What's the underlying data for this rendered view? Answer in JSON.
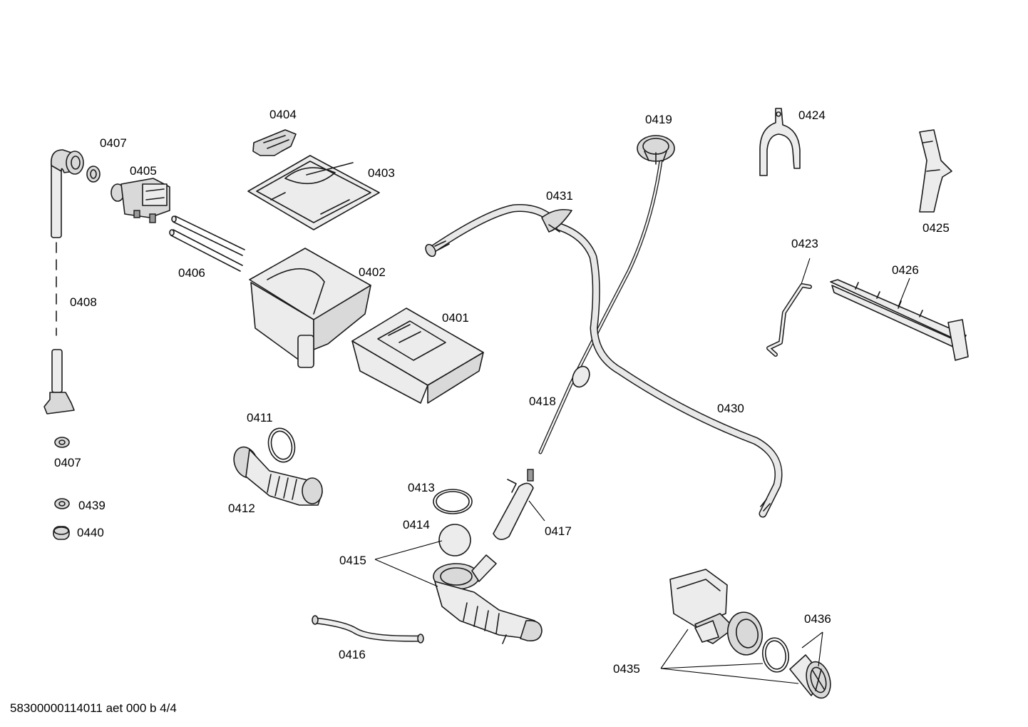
{
  "labels": {
    "p0401": "0401",
    "p0402": "0402",
    "p0403": "0403",
    "p0404": "0404",
    "p0405": "0405",
    "p0406": "0406",
    "p0407a": "0407",
    "p0407b": "0407",
    "p0408": "0408",
    "p0411": "0411",
    "p0412": "0412",
    "p0413": "0413",
    "p0414": "0414",
    "p0415": "0415",
    "p0416": "0416",
    "p0417": "0417",
    "p0418": "0418",
    "p0419": "0419",
    "p0423": "0423",
    "p0424": "0424",
    "p0425": "0425",
    "p0426": "0426",
    "p0430": "0430",
    "p0431": "0431",
    "p0435": "0435",
    "p0436": "0436",
    "p0439": "0439",
    "p0440": "0440"
  },
  "footer": {
    "code": "58300000114011 aet 000 b 4/4"
  }
}
